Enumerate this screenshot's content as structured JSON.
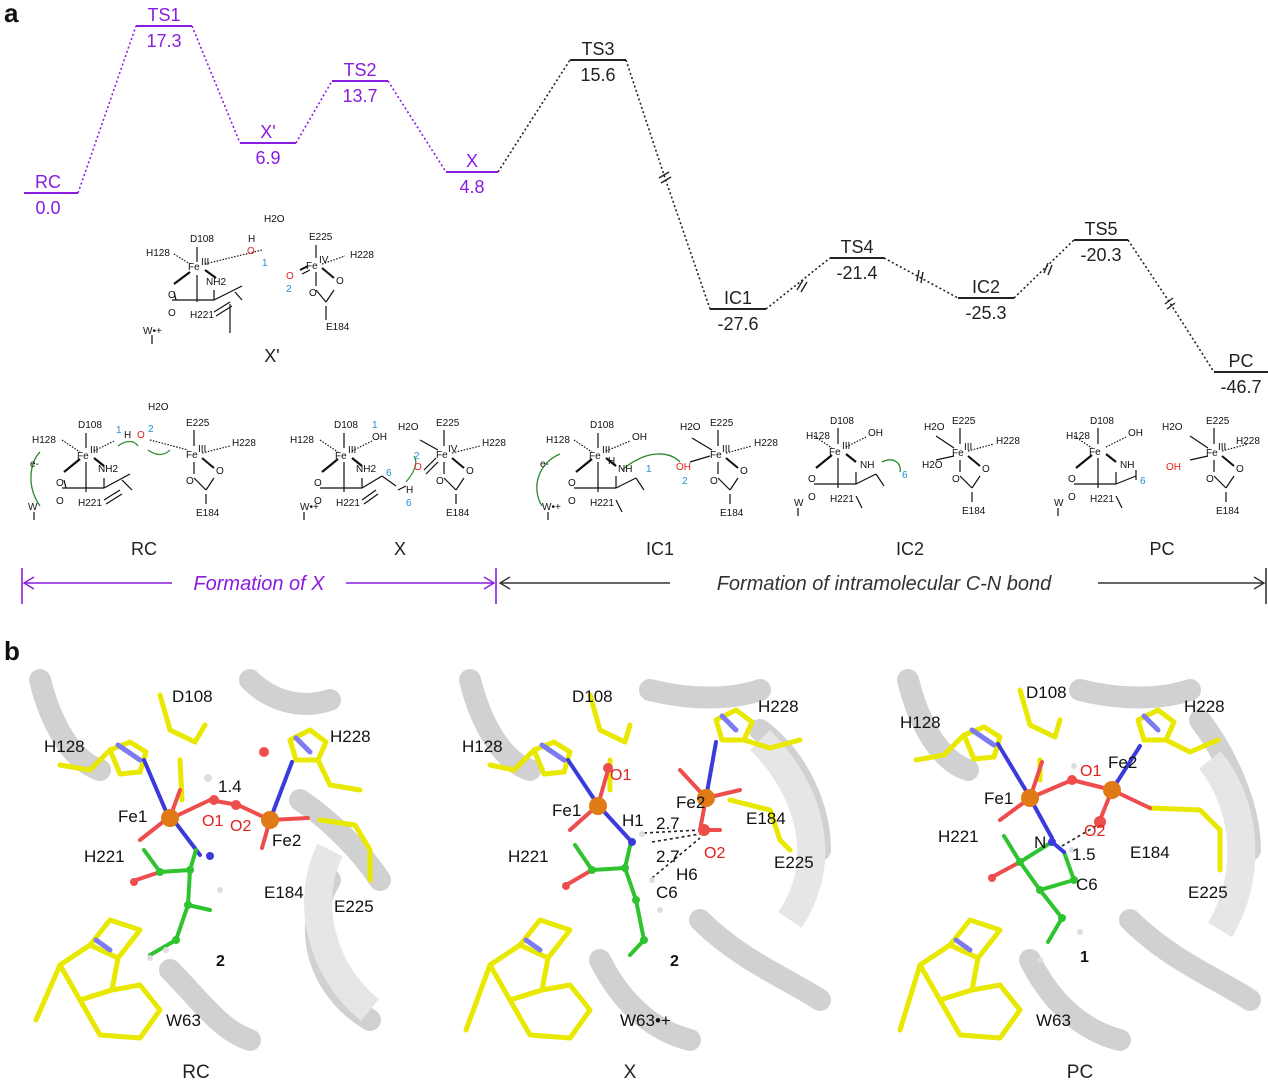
{
  "panel_a": {
    "letter": "a",
    "levels": [
      {
        "name": "RC",
        "value": "0.0",
        "color": "#8a1ce0"
      },
      {
        "name": "TS1",
        "value": "17.3",
        "color": "#8a1ce0"
      },
      {
        "name": "X'",
        "value": "6.9",
        "color": "#8a1ce0"
      },
      {
        "name": "TS2",
        "value": "13.7",
        "color": "#8a1ce0"
      },
      {
        "name": "X",
        "value": "4.8",
        "color": "#8a1ce0"
      },
      {
        "name": "TS3",
        "value": "15.6",
        "color": "#222222"
      },
      {
        "name": "IC1",
        "value": "-27.6",
        "color": "#222222"
      },
      {
        "name": "TS4",
        "value": "-21.4",
        "color": "#222222"
      },
      {
        "name": "IC2",
        "value": "-25.3",
        "color": "#222222"
      },
      {
        "name": "TS5",
        "value": "-20.3",
        "color": "#222222"
      },
      {
        "name": "PC",
        "value": "-46.7",
        "color": "#222222"
      }
    ],
    "inset_label": "X'",
    "structure_labels": [
      "RC",
      "X",
      "IC1",
      "IC2",
      "PC"
    ],
    "phase_1": "Formation of X",
    "phase_2": "Formation of intramolecular C-N bond",
    "chem": {
      "d108": "D108",
      "e225": "E225",
      "h128": "H128",
      "h228": "H228",
      "h221": "H221",
      "e184": "E184",
      "h2o": "H2O",
      "fe": "Fe",
      "fe_iii": "III",
      "fe_iv": "IV",
      "nh2": "NH2",
      "nh": "NH",
      "oh": "OH",
      "h": "H",
      "o": "O",
      "w": "W",
      "w_rad": "W•+",
      "e": "e-",
      "n1": "1",
      "n2": "2",
      "n6": "6"
    }
  },
  "panel_b": {
    "letter": "b",
    "captions": [
      "RC",
      "X",
      "PC"
    ],
    "rc": {
      "labels": [
        "D108",
        "H128",
        "H228",
        "Fe1",
        "Fe2",
        "H221",
        "E184",
        "E225",
        "W63"
      ],
      "o_labels": [
        "O1",
        "O2"
      ],
      "distance": "1.4",
      "compound": "2"
    },
    "x": {
      "labels": [
        "D108",
        "H128",
        "H228",
        "Fe1",
        "Fe2",
        "H221",
        "E184",
        "E225",
        "H1",
        "H6",
        "C6"
      ],
      "o_labels": [
        "O1",
        "O2"
      ],
      "distances": [
        "2.7",
        "2.7"
      ],
      "w_label": "W63•+",
      "compound": "2"
    },
    "pc": {
      "labels": [
        "D108",
        "H128",
        "H228",
        "Fe1",
        "Fe2",
        "H221",
        "E184",
        "E225",
        "N",
        "C6",
        "W63"
      ],
      "o_labels": [
        "O1",
        "O2"
      ],
      "distance": "1.5",
      "compound": "1"
    }
  }
}
